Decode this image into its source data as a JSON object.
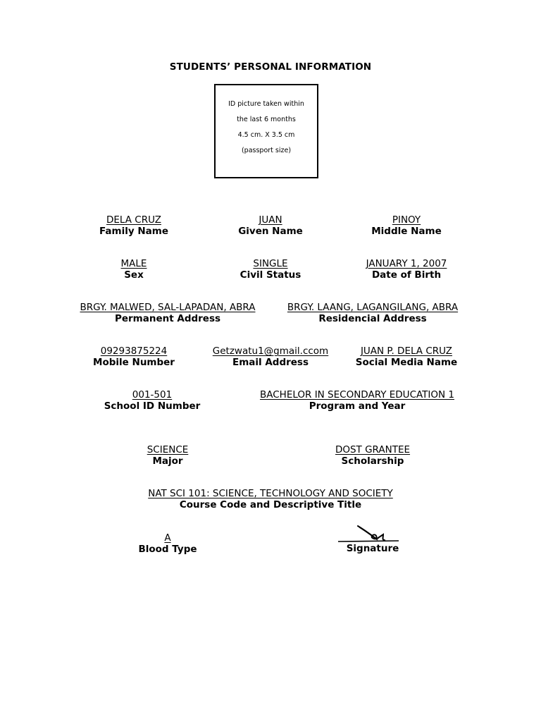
{
  "form": {
    "title": "STUDENTS’ PERSONAL INFORMATION"
  },
  "photo": {
    "line1": "ID picture taken within",
    "line2": "the last 6 months",
    "line3": "4.5 cm. X 3.5 cm",
    "line4": "(passport size)"
  },
  "fields": {
    "family_name": {
      "value": "DELA CRUZ",
      "label": "Family Name"
    },
    "given_name": {
      "value": "JUAN",
      "label": "Given Name"
    },
    "middle_name": {
      "value": "PINOY",
      "label": "Middle Name"
    },
    "sex": {
      "value": "MALE",
      "label": "Sex"
    },
    "civil_status": {
      "value": "SINGLE",
      "label": "Civil Status"
    },
    "date_of_birth": {
      "value": "JANUARY 1, 2007",
      "label": "Date of Birth"
    },
    "permanent_address": {
      "value": "BRGY. MALWED, SAL-LAPADAN, ABRA",
      "label": "Permanent Address"
    },
    "residencial_address": {
      "value": "BRGY. LAANG, LAGANGILANG, ABRA",
      "label": "Residencial Address"
    },
    "mobile_number": {
      "value": "09293875224",
      "label": "Mobile Number"
    },
    "email_address": {
      "value": "Getzwatu1@gmail.ccom",
      "label": "Email Address"
    },
    "social_media_name": {
      "value": "JUAN P. DELA CRUZ",
      "label": "Social Media Name"
    },
    "school_id_number": {
      "value": "001-501",
      "label": "School ID Number"
    },
    "program_and_year": {
      "value": "BACHELOR IN SECONDARY EDUCATION 1",
      "label": "Program and Year"
    },
    "major": {
      "value": "SCIENCE",
      "label": "Major"
    },
    "scholarship": {
      "value": "DOST GRANTEE",
      "label": "Scholarship"
    },
    "course": {
      "value": "NAT SCI 101: SCIENCE, TECHNOLOGY AND SOCIETY",
      "label": "Course Code and Descriptive Title"
    },
    "blood_type": {
      "value": "A",
      "label": "Blood Type"
    },
    "signature": {
      "label": "Signature"
    }
  }
}
